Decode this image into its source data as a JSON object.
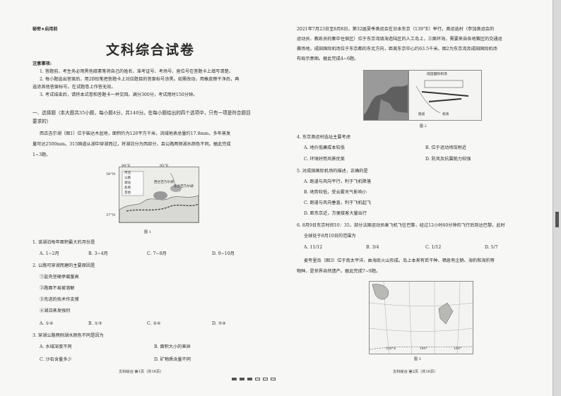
{
  "header": {
    "secret_mark": "秘密★启用前",
    "title": "文科综合试卷"
  },
  "notes": {
    "heading": "注意事项:",
    "items": [
      "1. 答题前，考生务必用黑色碳素笔将自己的姓名、准考证号、考场号、座位号在答题卡上填写清楚。",
      "2. 每小题选出答案后，用2B铅笔把答题卡上对应题目的答案标号涂黑。如需改动，用橡皮擦干净后，再",
      "选涂其他答案标号。在试题卷上作答无效。",
      "3. 考试结束后，请将本试卷和答题卡一并交回。满分300分，考试用时150分钟。"
    ]
  },
  "section1": {
    "lines": [
      "一、选择题（本大题共35小题，每小题4分，共140分。在每小题给出的四个选项中，只有一项是符合题目",
      "要求的）"
    ]
  },
  "intro1": {
    "lines": [
      "西古吉尔湖（图1）位于柴达木盆地，面积约为126平方千米，流域地表总量约17.8mm，多年蒸发",
      "量可达2500mm。315国道从湖中穿湖而过，将湖泊分为西部分，且公路两侧湖水颜色不同。据此完成",
      "1~3题。"
    ]
  },
  "fig1": {
    "lon_a": "94°E",
    "lon_b": "95°E",
    "lat_a": "38°N",
    "lat_b": "37°N",
    "lake_label_1": "西台吉乃尔湖",
    "lake_label_2": "东台吉乃尔湖",
    "legend": [
      "河流",
      "公路",
      "湖泊",
      "盐地",
      "其他"
    ],
    "caption": "图 1"
  },
  "q1": {
    "stem": "1. 该湖泊每年面积最大的月份是",
    "a": "A. 1~2月",
    "b": "B. 3~4月",
    "c": "C. 7~8月",
    "d": "D. 9~10月"
  },
  "q2": {
    "stem": "2. 公路可穿湖而建的主要原因是",
    "opts": [
      "①盐壳坚硬承载量高",
      "②路面不易被溶解",
      "③先进的技术作支撑",
      "④湖泊蒸发强烈"
    ],
    "a": "A. ①④",
    "b": "B. ①③",
    "c": "C. ②④",
    "d": "D. ③④"
  },
  "q3": {
    "stem": "3. 穿湖公路两侧湖水颜色不同是因为",
    "a": "A. 水域深度不同",
    "b": "B. 面积大小的差异",
    "c": "C. 沙石含量多少",
    "d": "D. 矿物质含量不同"
  },
  "footer_left": "文科综合·第1页（共16页）",
  "footer_right": "文科综合·第2页（共16页）",
  "intro2": {
    "lines": [
      "2021年7月23日至8月8日，第32届夏季奥运会在日本东京（139°E）举行。奥运选村（参加奥运会的",
      "运动员、教练员的集中住宿区）位于东京湾填海造陆区的人工岛上，三面环海，需要来自各地赛区的交通运",
      "赛场地，成田国际机场位于东京都的东北方向，距离东京中心约63.5千米。图2为东京湾及成田国际机场",
      "布局示意图。据此完成4~6题。"
    ]
  },
  "fig2": {
    "inset_title": "成田国际机场",
    "legend_a": "跑道",
    "legend_b": "机场",
    "caption": "图 2"
  },
  "q4": {
    "stem": "4. 东京奥运村选址主要考虑",
    "a": "A. 地价低廉成本较低",
    "b": "B. 位于运动场馆附近",
    "c": "C. 环境好而风景优美",
    "d": "D. 防风及抗震能力较强"
  },
  "q5": {
    "stem": "5. 对成田国际机场的描述，正确的是",
    "a": "A. 跑道与风向平行，利于飞机降落",
    "b": "B. 地势较低，受云雾天气影响小",
    "c": "C. 跑道与风向垂直，利于飞机起飞",
    "d": "D. 距东京近，方便接客大量出行"
  },
  "q6": {
    "lines": [
      "6. 8月9日东京时间10：35，部分法国运动员乘飞机飞往巴黎，经过12小时40分钟的飞行后到达巴黎，此时",
      "全球处于8月10日的范围为"
    ],
    "a": "A. 11/12",
    "b": "B. 3/4",
    "c": "C. 1/12",
    "d": "D. 5/7"
  },
  "intro3": {
    "lines": [
      "麦夸里岛（图3）位于南太平洋，由海底火山形成。岛上本来有若干种、栖息有企鹅、海豹和海豹等",
      "物种，是世界自然遗产。据此完成7~9题。"
    ]
  },
  "fig3": {
    "caption": "图 3",
    "lons": [
      "120°E",
      "140°",
      "160°"
    ]
  }
}
